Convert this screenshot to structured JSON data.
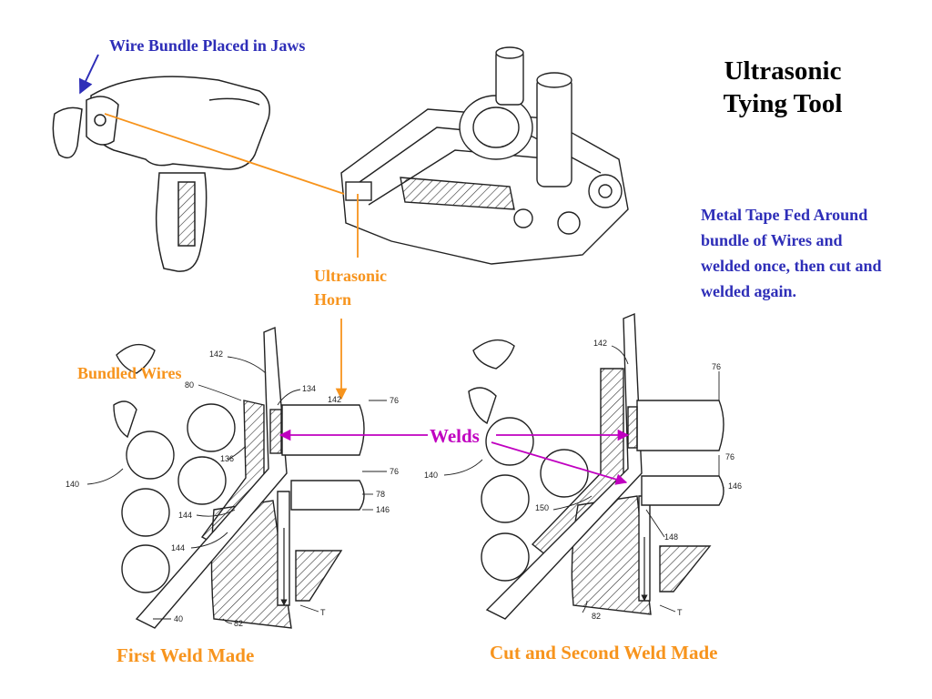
{
  "title": "Ultrasonic Tying Tool",
  "labels": {
    "wire_bundle": "Wire Bundle Placed in Jaws",
    "ultrasonic_horn": "Ultrasonic Horn",
    "metal_tape": "Metal Tape Fed Around bundle of Wires and welded once, then cut and welded again.",
    "bundled_wires": "Bundled Wires",
    "welds": "Welds",
    "first_weld": "First Weld Made",
    "second_weld": "Cut and Second Weld Made"
  },
  "part_numbers_left": [
    "142",
    "80",
    "134",
    "142",
    "76",
    "136",
    "76",
    "140",
    "78",
    "146",
    "144",
    "144",
    "40",
    "82",
    "T"
  ],
  "part_numbers_right": [
    "142",
    "76",
    "76",
    "140",
    "146",
    "150",
    "148",
    "82",
    "T"
  ],
  "colors": {
    "blue": "#2e2eb8",
    "orange": "#f7941d",
    "magenta": "#c000c0"
  }
}
